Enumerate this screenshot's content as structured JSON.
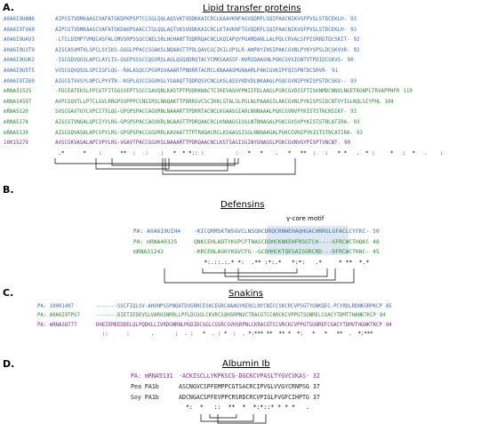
{
  "panels": {
    "A": {
      "letter": "A.",
      "title": "Lipid transfer proteins",
      "rows": [
        {
          "name": "A0A6I9UAN6",
          "seq": "AIPCGTVDMKAASCVAFATGKDPKPSPTCCSGLQQLAQSVKTVDDKKAICRCLKAAVKNFAGVQDRFLSQIPAACNIKVGFPVSLSTDCEKLH-",
          "num": "93",
          "color": "blue"
        },
        {
          "name": "A0A6I9TV60",
          "seq": "AIPCGTVDMKAASCVAFATGKDAKPSAACCTGLQQLAQTVKSVDDKKAICRCLKTAVKNFTGVQDRFLSQIPAACNIKVGFPVSLSTDCEKLH-",
          "num": "93",
          "color": "blue"
        },
        {
          "name": "A0A6I9UAV3",
          "seq": "-LTCLDIMPTVMQCASFALGMVSRPSSQCCNELSRLHGHANTTDDRRQACNCLKQIAPQYPGAMDANLLALPQLCRVALSFPISRRDTDCSKIT-",
          "num": "92",
          "color": "blue"
        },
        {
          "name": "A0A6I9U3T9",
          "seq": "AISCASVMTKLSPCLSYIKS-GGGLPPACCSGAKSLNDAASTTPDLQAVCGCIKILVPSLR-ANPAYINSIPAKCGVNLPYKYSPSLDCSKVVR-",
          "num": "92",
          "color": "blue"
        },
        {
          "name": "A0A6I9UUK2",
          "seq": "-ISCGDVQGSLAPCLAYLTG-GGEPSSSCCQGVRSLAGLQSQQDRQTACYCMKSAASSF-NVRSDAASNLPGKCGVSIGNTVTPDIDCSKVS-",
          "num": "90",
          "color": "blue"
        },
        {
          "name": "A0A6I9U5T5",
          "seq": "VVSCGQVQSGLSPCIGFLQG--RALASQCCPGVRSVAAARTPNDRRTACRCLKNAAASMGNAAMLPAKCGVKIPFQISPNTDCSRVR-",
          "num": "91",
          "color": "blue"
        },
        {
          "name": "A0A6I9TZ60",
          "seq": "AIGCGTVVSYLNPCLPYVTN--KGPLGSCCGGVKGLYGAAQTTQDRQSVCNCLKSLASSYKDVDLNKAAGLPGQCGVNIPYKISPSTDCSKV--",
          "num": "93",
          "color": "blue"
        },
        {
          "name": "mRNA31525",
          "seq": "-FDCEATEKSLFPCGTFITGGSVEPTSSCCSAVQNLKASTPTPDDRKNACTCIKEVASHYPNIIFDLAASLPGRCGVDISFTISKNMDCNNVLNGETKGNPLTRVAPPHFR",
          "num": "110",
          "color": "green"
        },
        {
          "name": "mRNA14597",
          "seq": "AVPCGQVTLLPTCLGVLRRGPSVPPPCCNSIRSLNNQAKTTPDRRSVCSCIKKLSTALSLPGLNLPAAASILAKCGVNLPYKISPSIDCNTVYISLNQLSIYPHL",
          "num": "104",
          "color": "green"
        },
        {
          "name": "mRNA5120",
          "seq": "SVSCGAVTGYLVPCITYLQG-GPGPSPACCAGVRNLNAAARTTPDRRTACNCLKGAASGIARLNNNAAALPGKCGVNVPYKISTSTNCNSIKF-",
          "num": "93",
          "color": "green"
        },
        {
          "name": "mRNA5174",
          "seq": "AISCGTVNGALQPCIYYLRG-GPGPSPACCAGVKRLNGAASTTPDRQAACRCLKNAAGSISGLNTNNAGALPGKCGVSVPYKISTSTNCATIRA-",
          "num": "93",
          "color": "green"
        },
        {
          "name": "mRNA5130",
          "seq": "AISCGQVASALAPCVPYLRG-GPGPSPACCGGVRRLKAVAATTTPTRAQACRCLKSAAGSISGLNNNAAGALPGKCGVNIPYKISTSTNCATIRA-",
          "num": "93",
          "color": "green"
        },
        {
          "name": "10015279",
          "seq": "AVSCGKVASALAPCVPYLRG-VGAVTPACCGGVKSLNAAARTTPDRQAACNCLKSTSAGISGINYGNAGSLPGKCGVNVGYPISPTVNCNT-",
          "num": "90",
          "color": "purple"
        }
      ],
      "consensus": " .*      *    :      **  :   :    :   *  * *:: :          :   *   *    .   *   **  :   :   * *   .  * :     *   :  *   .    :"
    },
    "B": {
      "letter": "B.",
      "title": "Defensins",
      "motif_label": "γ-core motif",
      "rows": [
        {
          "name": "PA: A0A6I9UIH4",
          "seq": "-KICQRMSKTWSGVCLNSGNCDRQCRNWEHAQHGACHRRGLGFACLCYFKC-",
          "num": "50",
          "color": "blue"
        },
        {
          "name": "PA: mRNA40325",
          "seq": "QNKCEHLADTYKGPCFTNASCDDHCKNKEHFRSGTCH----GFRCWCTHQKC",
          "num": "48",
          "color": "green"
        },
        {
          "name": "mRNA31242",
          "seq": "-KRCENLAGKYKGVCFG--GCDHHCKTQEGAISGRCRD---DFRCWCTKNC-",
          "num": "45",
          "color": "green"
        }
      ],
      "consensus": "   *:.::.:.* *:  .** :*:.*   *:*:   .*     * **  *.*"
    },
    "C": {
      "letter": "C.",
      "title": "Snakins",
      "rows": [
        {
          "name": "PA: 10001407",
          "seq": "-------SSCFIQLSV-AHVNPSSPNQATDVGRRCESKCEGRCAAAGYKERCLNYCNICCSKCRCVPSGTYGNKQEC-PCYRDLRDNKGRPKCP",
          "num": "85",
          "color": "blue"
        },
        {
          "name": "PA: A0A6I9TPG7",
          "seq": "-------DIETIEDEVSLVARGSNRRLLPFLDCGGLCKVRCSQHSRPNVCTRACGTCCARCKCVPPGTSGNRELCGACYTDMTTHANKTKCP",
          "num": "84",
          "color": "green"
        },
        {
          "name": "PA: mRNA38777",
          "seq": "DHEIEMEEDDELQLPQDKLLIVRDGNRNLMSDIDCGGLCGSRCSVHSRPNLCKRACGTCCVRCKCVPPGTSGNREFCGACYTDMVTHGNKTKCP",
          "num": "94",
          "color": "purple"
        }
      ],
      "consensus": "  ::      :       .       :  . :   *  . : *  :  . *:*** **  ** *  *:   *   *   **  .  *:***"
    },
    "D": {
      "letter": "D.",
      "title": "Albumin Ib",
      "rows": [
        {
          "name": "PA: mRNA5131",
          "seq": "-ACKISCLLYKPKSCG-DGCKCVPASLTYGVCVKAS-",
          "num": "32",
          "color": "purple"
        },
        {
          "name": "Pea PA1b",
          "seq": "ASCNGVCSPFEMPPCGTSACRCIPVGLVVGYCRNPSG",
          "num": "37",
          "color": "black"
        },
        {
          "name": "Soy PA1b",
          "seq": "ADCNGACSPFEVPPCRSRDCRCVPIGLFVGFCIHPTG",
          "num": "37",
          "color": "black"
        }
      ],
      "consensus": "  *:  *   ::  **  *  *:*::* * * *   ."
    }
  }
}
